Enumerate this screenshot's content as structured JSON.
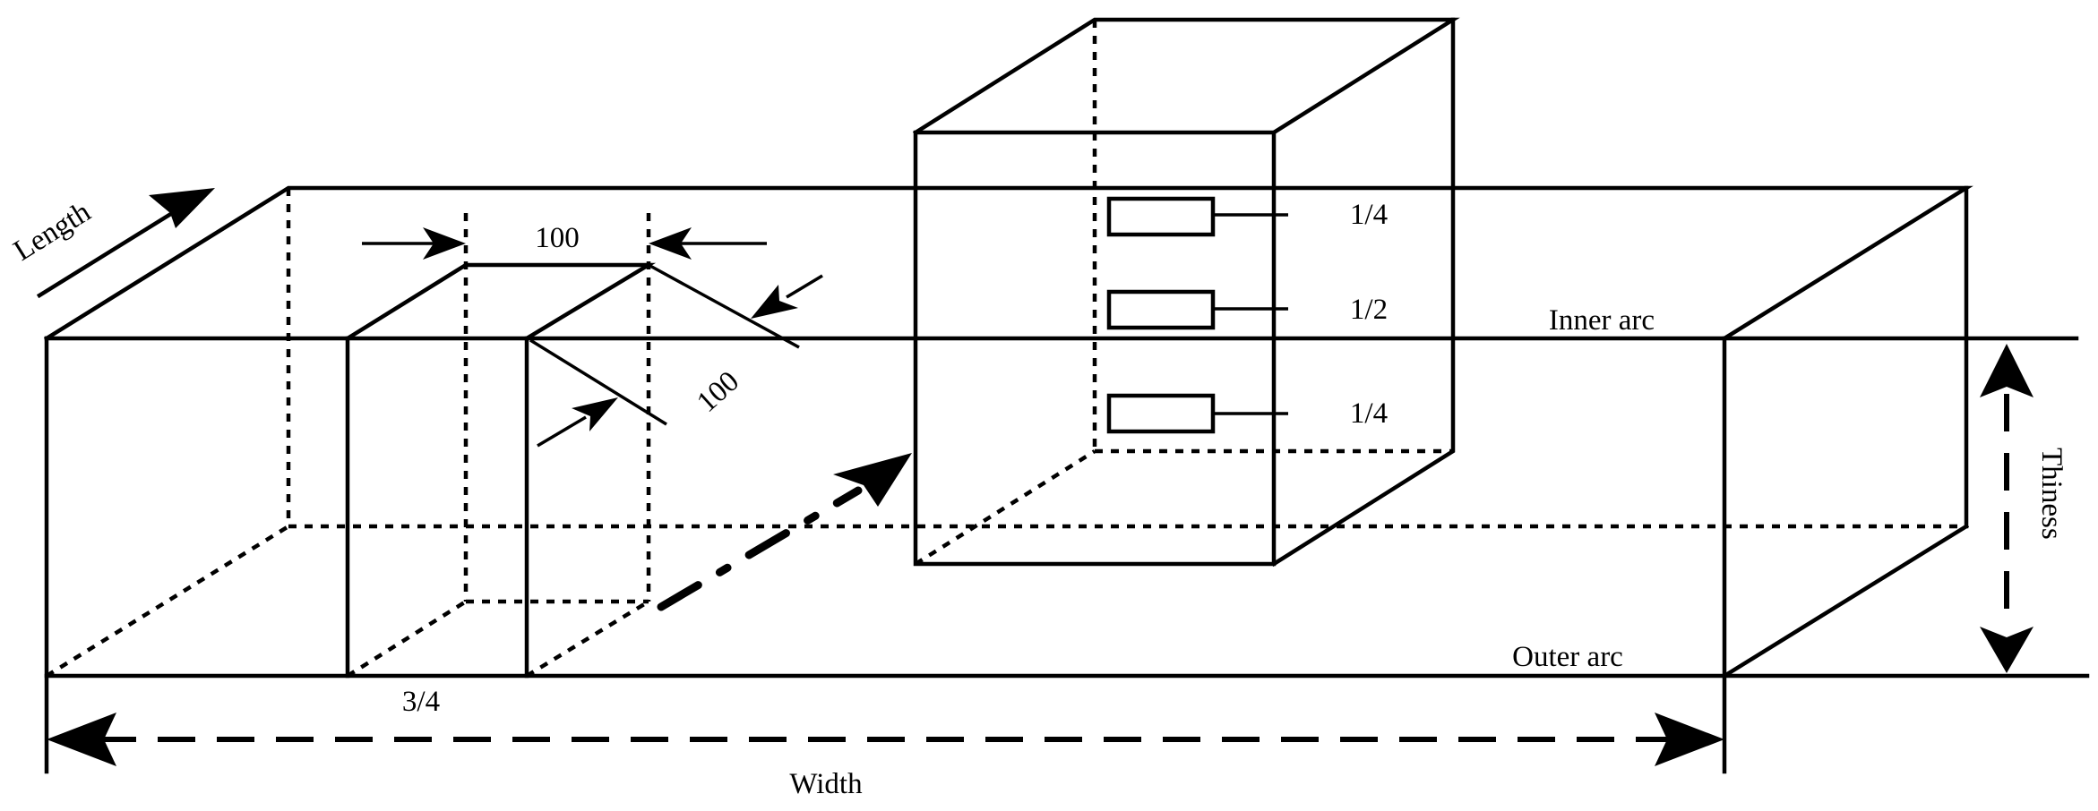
{
  "labels": {
    "length": "Length",
    "width": "Width",
    "thickness": "Thiness",
    "inner_arc": "Inner arc",
    "outer_arc": "Outer arc",
    "notch_width": "100",
    "notch_depth": "100",
    "position": "3/4",
    "gauge_top": "1/4",
    "gauge_mid": "1/2",
    "gauge_bottom": "1/4"
  }
}
